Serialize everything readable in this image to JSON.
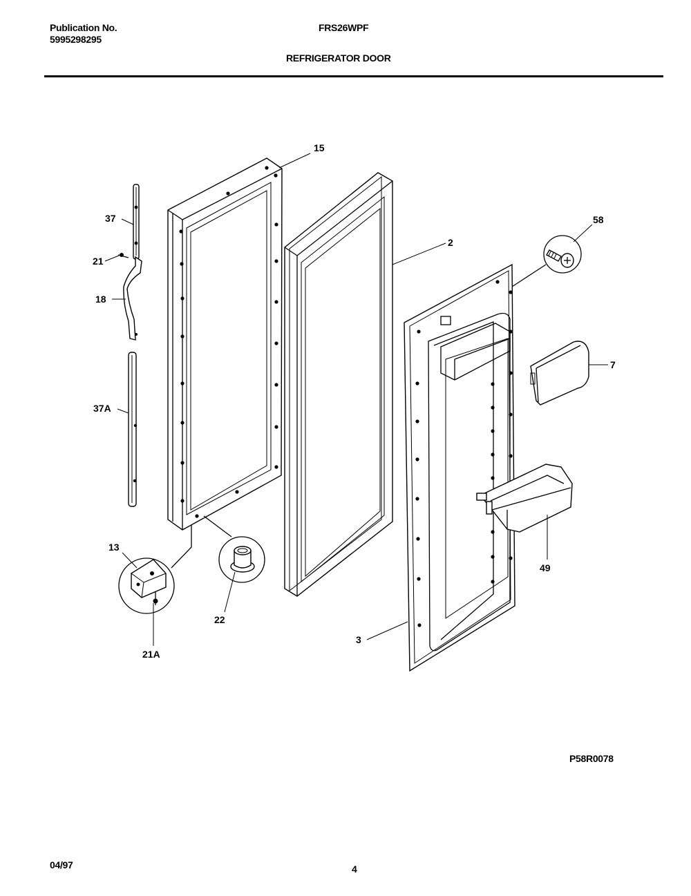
{
  "header": {
    "publication_label": "Publication No.",
    "publication_number": "5995298295",
    "model": "FRS26WPF",
    "section_title": "REFRIGERATOR DOOR"
  },
  "callouts": {
    "c15": "15",
    "c58": "58",
    "c37": "37",
    "c21": "21",
    "c2": "2",
    "c18": "18",
    "c7": "7",
    "c37a": "37A",
    "c49": "49",
    "c13": "13",
    "c22": "22",
    "c3": "3",
    "c21a": "21A"
  },
  "footer": {
    "drawing_code": "P58R0078",
    "date": "04/97",
    "page_number": "4"
  }
}
